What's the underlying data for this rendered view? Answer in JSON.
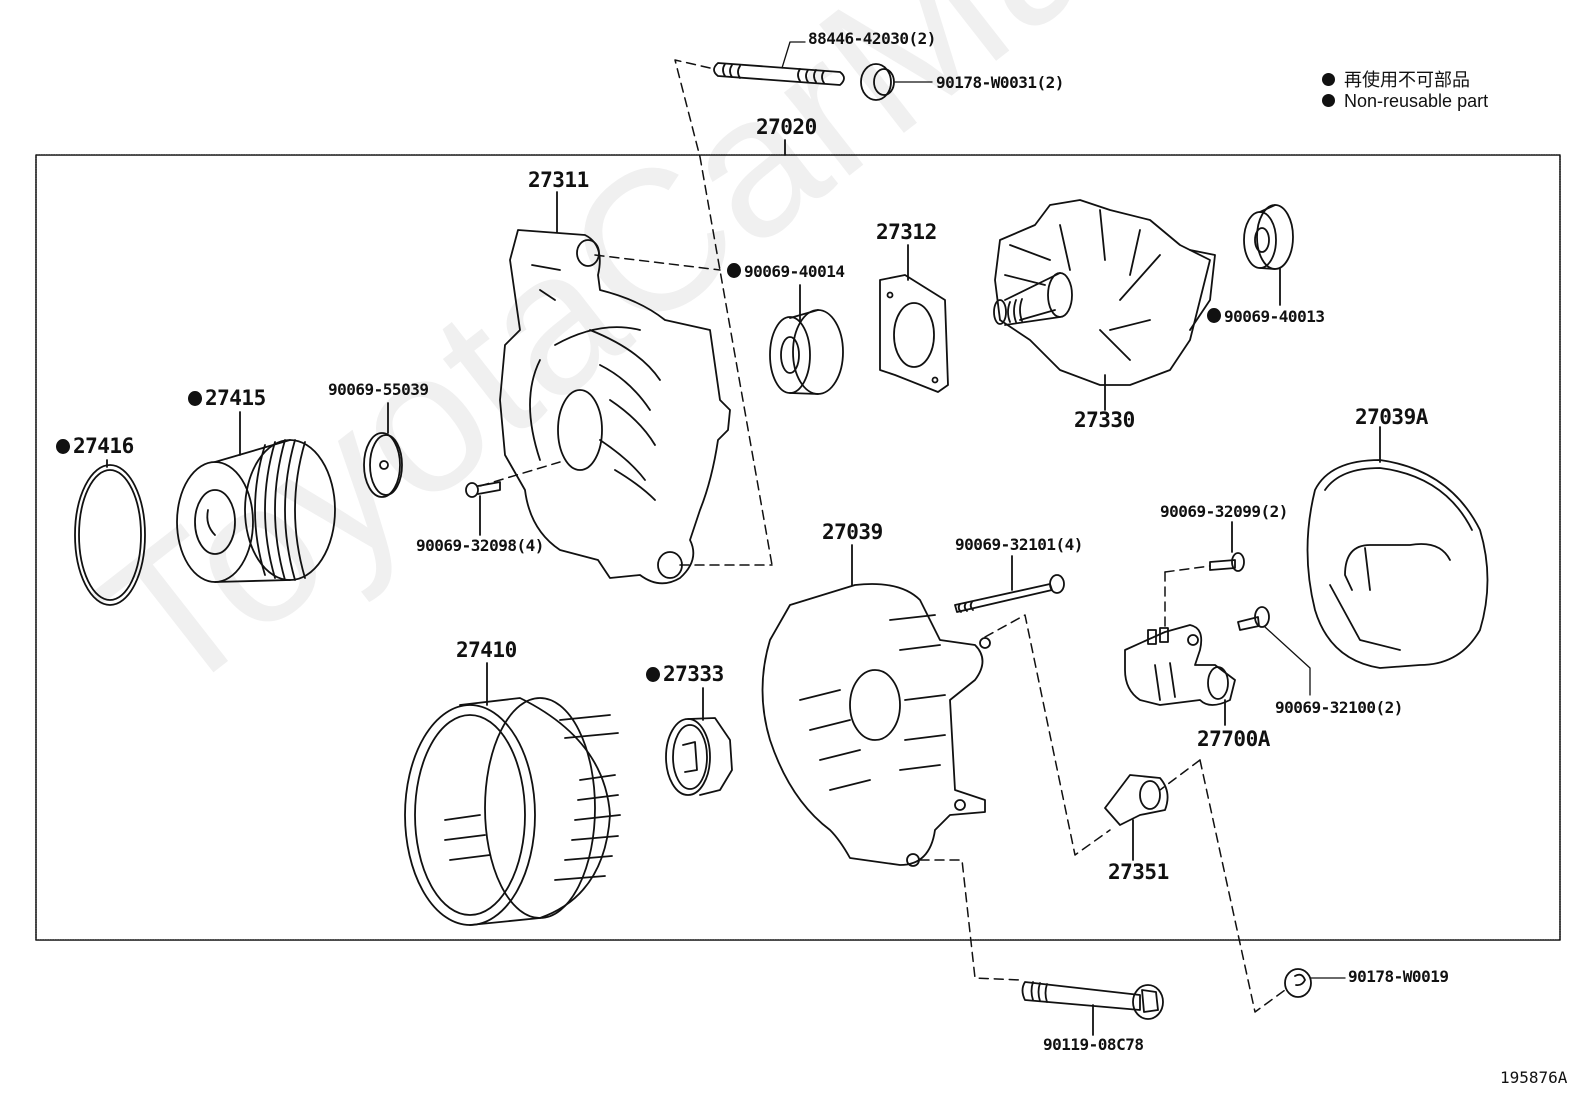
{
  "diagram": {
    "title": "Alternator exploded parts diagram",
    "figure_id": "195876A",
    "watermark": "ToyotaCarMax.ru",
    "legend": {
      "items": [
        {
          "symbol": "filled-circle",
          "text": "再使用不可部品"
        },
        {
          "symbol": "filled-circle",
          "text": "Non-reusable part"
        }
      ]
    },
    "assembly": {
      "part_no": "27020",
      "label": "27020"
    },
    "parts": [
      {
        "id": "p1",
        "label": "88446-42030(2)",
        "part_no": "88446-42030",
        "qty": 2,
        "non_reusable": false,
        "name": "stud-bolt"
      },
      {
        "id": "p2",
        "label": "90178-W0031(2)",
        "part_no": "90178-W0031",
        "qty": 2,
        "non_reusable": false,
        "name": "nut"
      },
      {
        "id": "p3",
        "label": "27311",
        "part_no": "27311",
        "qty": 1,
        "non_reusable": false,
        "name": "drive-end-frame"
      },
      {
        "id": "p4",
        "label": "90069-40014",
        "part_no": "90069-40014",
        "qty": 1,
        "non_reusable": true,
        "name": "front-bearing"
      },
      {
        "id": "p5",
        "label": "27312",
        "part_no": "27312",
        "qty": 1,
        "non_reusable": false,
        "name": "bearing-retainer-plate"
      },
      {
        "id": "p6",
        "label": "27330",
        "part_no": "27330",
        "qty": 1,
        "non_reusable": false,
        "name": "rotor"
      },
      {
        "id": "p7",
        "label": "90069-40013",
        "part_no": "90069-40013",
        "qty": 1,
        "non_reusable": true,
        "name": "rear-bearing"
      },
      {
        "id": "p8",
        "label": "27415",
        "part_no": "27415",
        "qty": 1,
        "non_reusable": true,
        "name": "pulley"
      },
      {
        "id": "p9",
        "label": "27416",
        "part_no": "27416",
        "qty": 1,
        "non_reusable": true,
        "name": "pulley-cap"
      },
      {
        "id": "p10",
        "label": "90069-55039",
        "part_no": "90069-55039",
        "qty": 1,
        "non_reusable": false,
        "name": "washer"
      },
      {
        "id": "p11",
        "label": "90069-32098(4)",
        "part_no": "90069-32098",
        "qty": 4,
        "non_reusable": false,
        "name": "screw"
      },
      {
        "id": "p12",
        "label": "27039A",
        "part_no": "27039A",
        "qty": 1,
        "non_reusable": false,
        "name": "rear-end-cover"
      },
      {
        "id": "p13",
        "label": "90069-32099(2)",
        "part_no": "90069-32099",
        "qty": 2,
        "non_reusable": false,
        "name": "screw"
      },
      {
        "id": "p14",
        "label": "27039",
        "part_no": "27039",
        "qty": 1,
        "non_reusable": false,
        "name": "rectifier-end-frame"
      },
      {
        "id": "p15",
        "label": "90069-32101(4)",
        "part_no": "90069-32101",
        "qty": 4,
        "non_reusable": false,
        "name": "through-bolt"
      },
      {
        "id": "p16",
        "label": "27410",
        "part_no": "27410",
        "qty": 1,
        "non_reusable": false,
        "name": "stator"
      },
      {
        "id": "p17",
        "label": "27333",
        "part_no": "27333",
        "qty": 1,
        "non_reusable": true,
        "name": "bearing-cover"
      },
      {
        "id": "p18",
        "label": "90069-32100(2)",
        "part_no": "90069-32100",
        "qty": 2,
        "non_reusable": false,
        "name": "screw"
      },
      {
        "id": "p19",
        "label": "27700A",
        "part_no": "27700A",
        "qty": 1,
        "non_reusable": false,
        "name": "voltage-regulator"
      },
      {
        "id": "p20",
        "label": "27351",
        "part_no": "27351",
        "qty": 1,
        "non_reusable": false,
        "name": "terminal-insulator"
      },
      {
        "id": "p21",
        "label": "90119-08C78",
        "part_no": "90119-08C78",
        "qty": 1,
        "non_reusable": false,
        "name": "bolt"
      },
      {
        "id": "p22",
        "label": "90178-W0019",
        "part_no": "90178-W0019",
        "qty": 1,
        "non_reusable": false,
        "name": "nut"
      }
    ]
  }
}
